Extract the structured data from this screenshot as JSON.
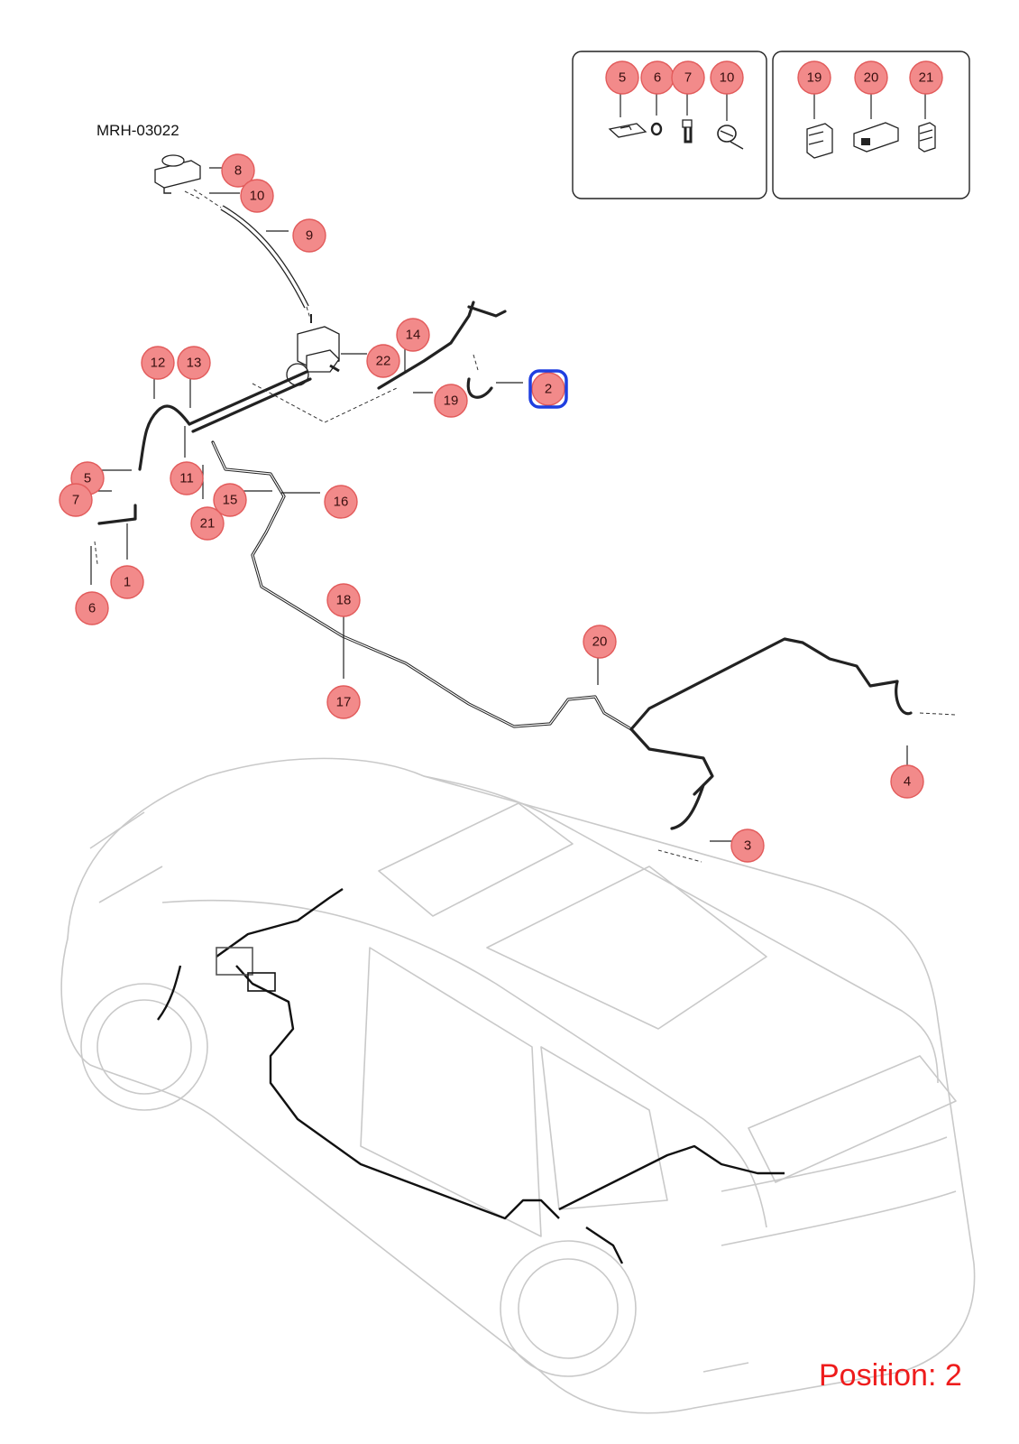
{
  "diagram": {
    "ref_code": "MRH-03022",
    "position_label": "Position: 2",
    "highlighted": "2",
    "callouts": {
      "c1": "1",
      "c2": "2",
      "c3": "3",
      "c4": "4",
      "c5a": "5",
      "c5b": "5",
      "c6a": "6",
      "c6b": "6",
      "c7a": "7",
      "c7b": "7",
      "c8": "8",
      "c9": "9",
      "c10a": "10",
      "c10b": "10",
      "c11": "11",
      "c12": "12",
      "c13": "13",
      "c14": "14",
      "c15": "15",
      "c16": "16",
      "c17": "17",
      "c18": "18",
      "c19a": "19",
      "c19b": "19",
      "c20a": "20",
      "c20b": "20",
      "c21a": "21",
      "c21b": "21",
      "c22": "22"
    }
  }
}
